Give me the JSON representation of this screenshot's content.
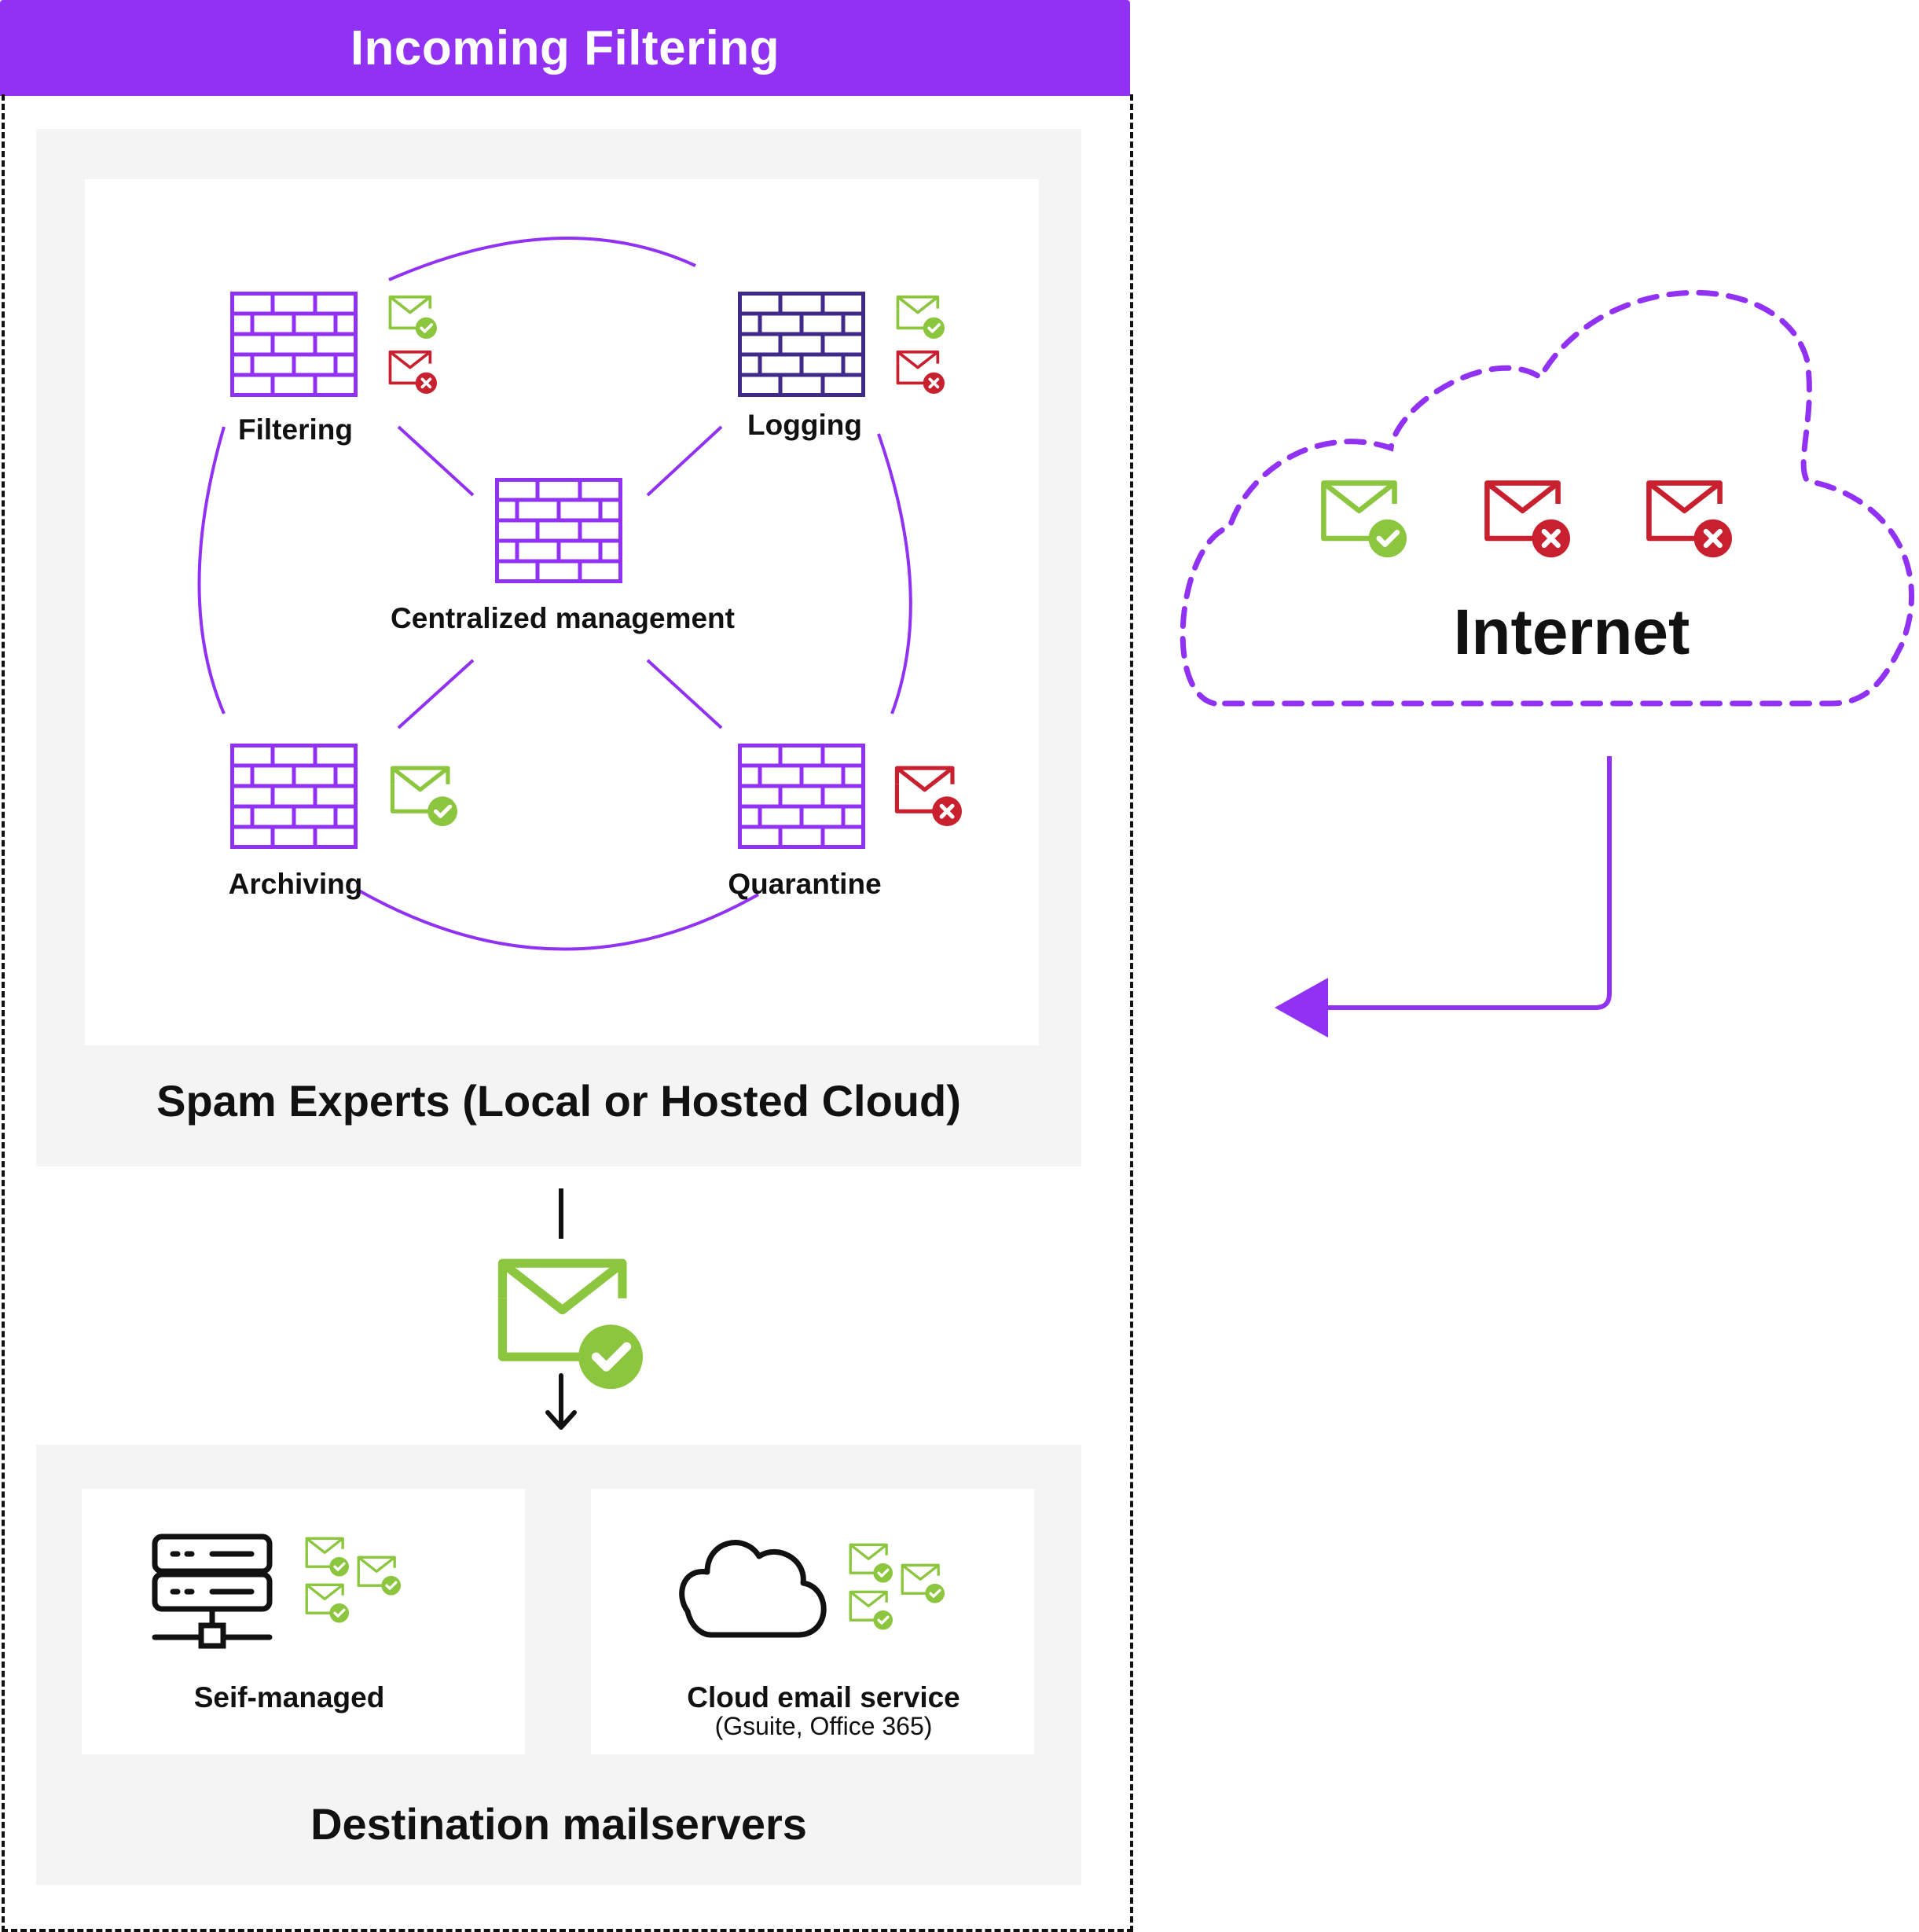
{
  "header": {
    "title": "Incoming Filtering"
  },
  "spam_experts": {
    "title": "Spam Experts (Local or Hosted Cloud)",
    "nodes": {
      "filtering": "Filtering",
      "logging": "Logging",
      "central": "Centralized management",
      "archiving": "Archiving",
      "quarantine": "Quarantine"
    }
  },
  "destination": {
    "title": "Destination mailservers",
    "self_managed": {
      "label": "Seif-managed"
    },
    "cloud_service": {
      "label": "Cloud email service",
      "sublabel": "(Gsuite, Office 365)"
    }
  },
  "internet": {
    "label": "Internet"
  },
  "colors": {
    "purple": "#9031f4",
    "dark_purple": "#3f2a8a",
    "green": "#8cc63f",
    "red": "#c8202f"
  },
  "icons": [
    "firewall-icon",
    "mail-accepted-icon",
    "mail-rejected-icon",
    "server-icon",
    "cloud-icon",
    "arrow-icon"
  ]
}
